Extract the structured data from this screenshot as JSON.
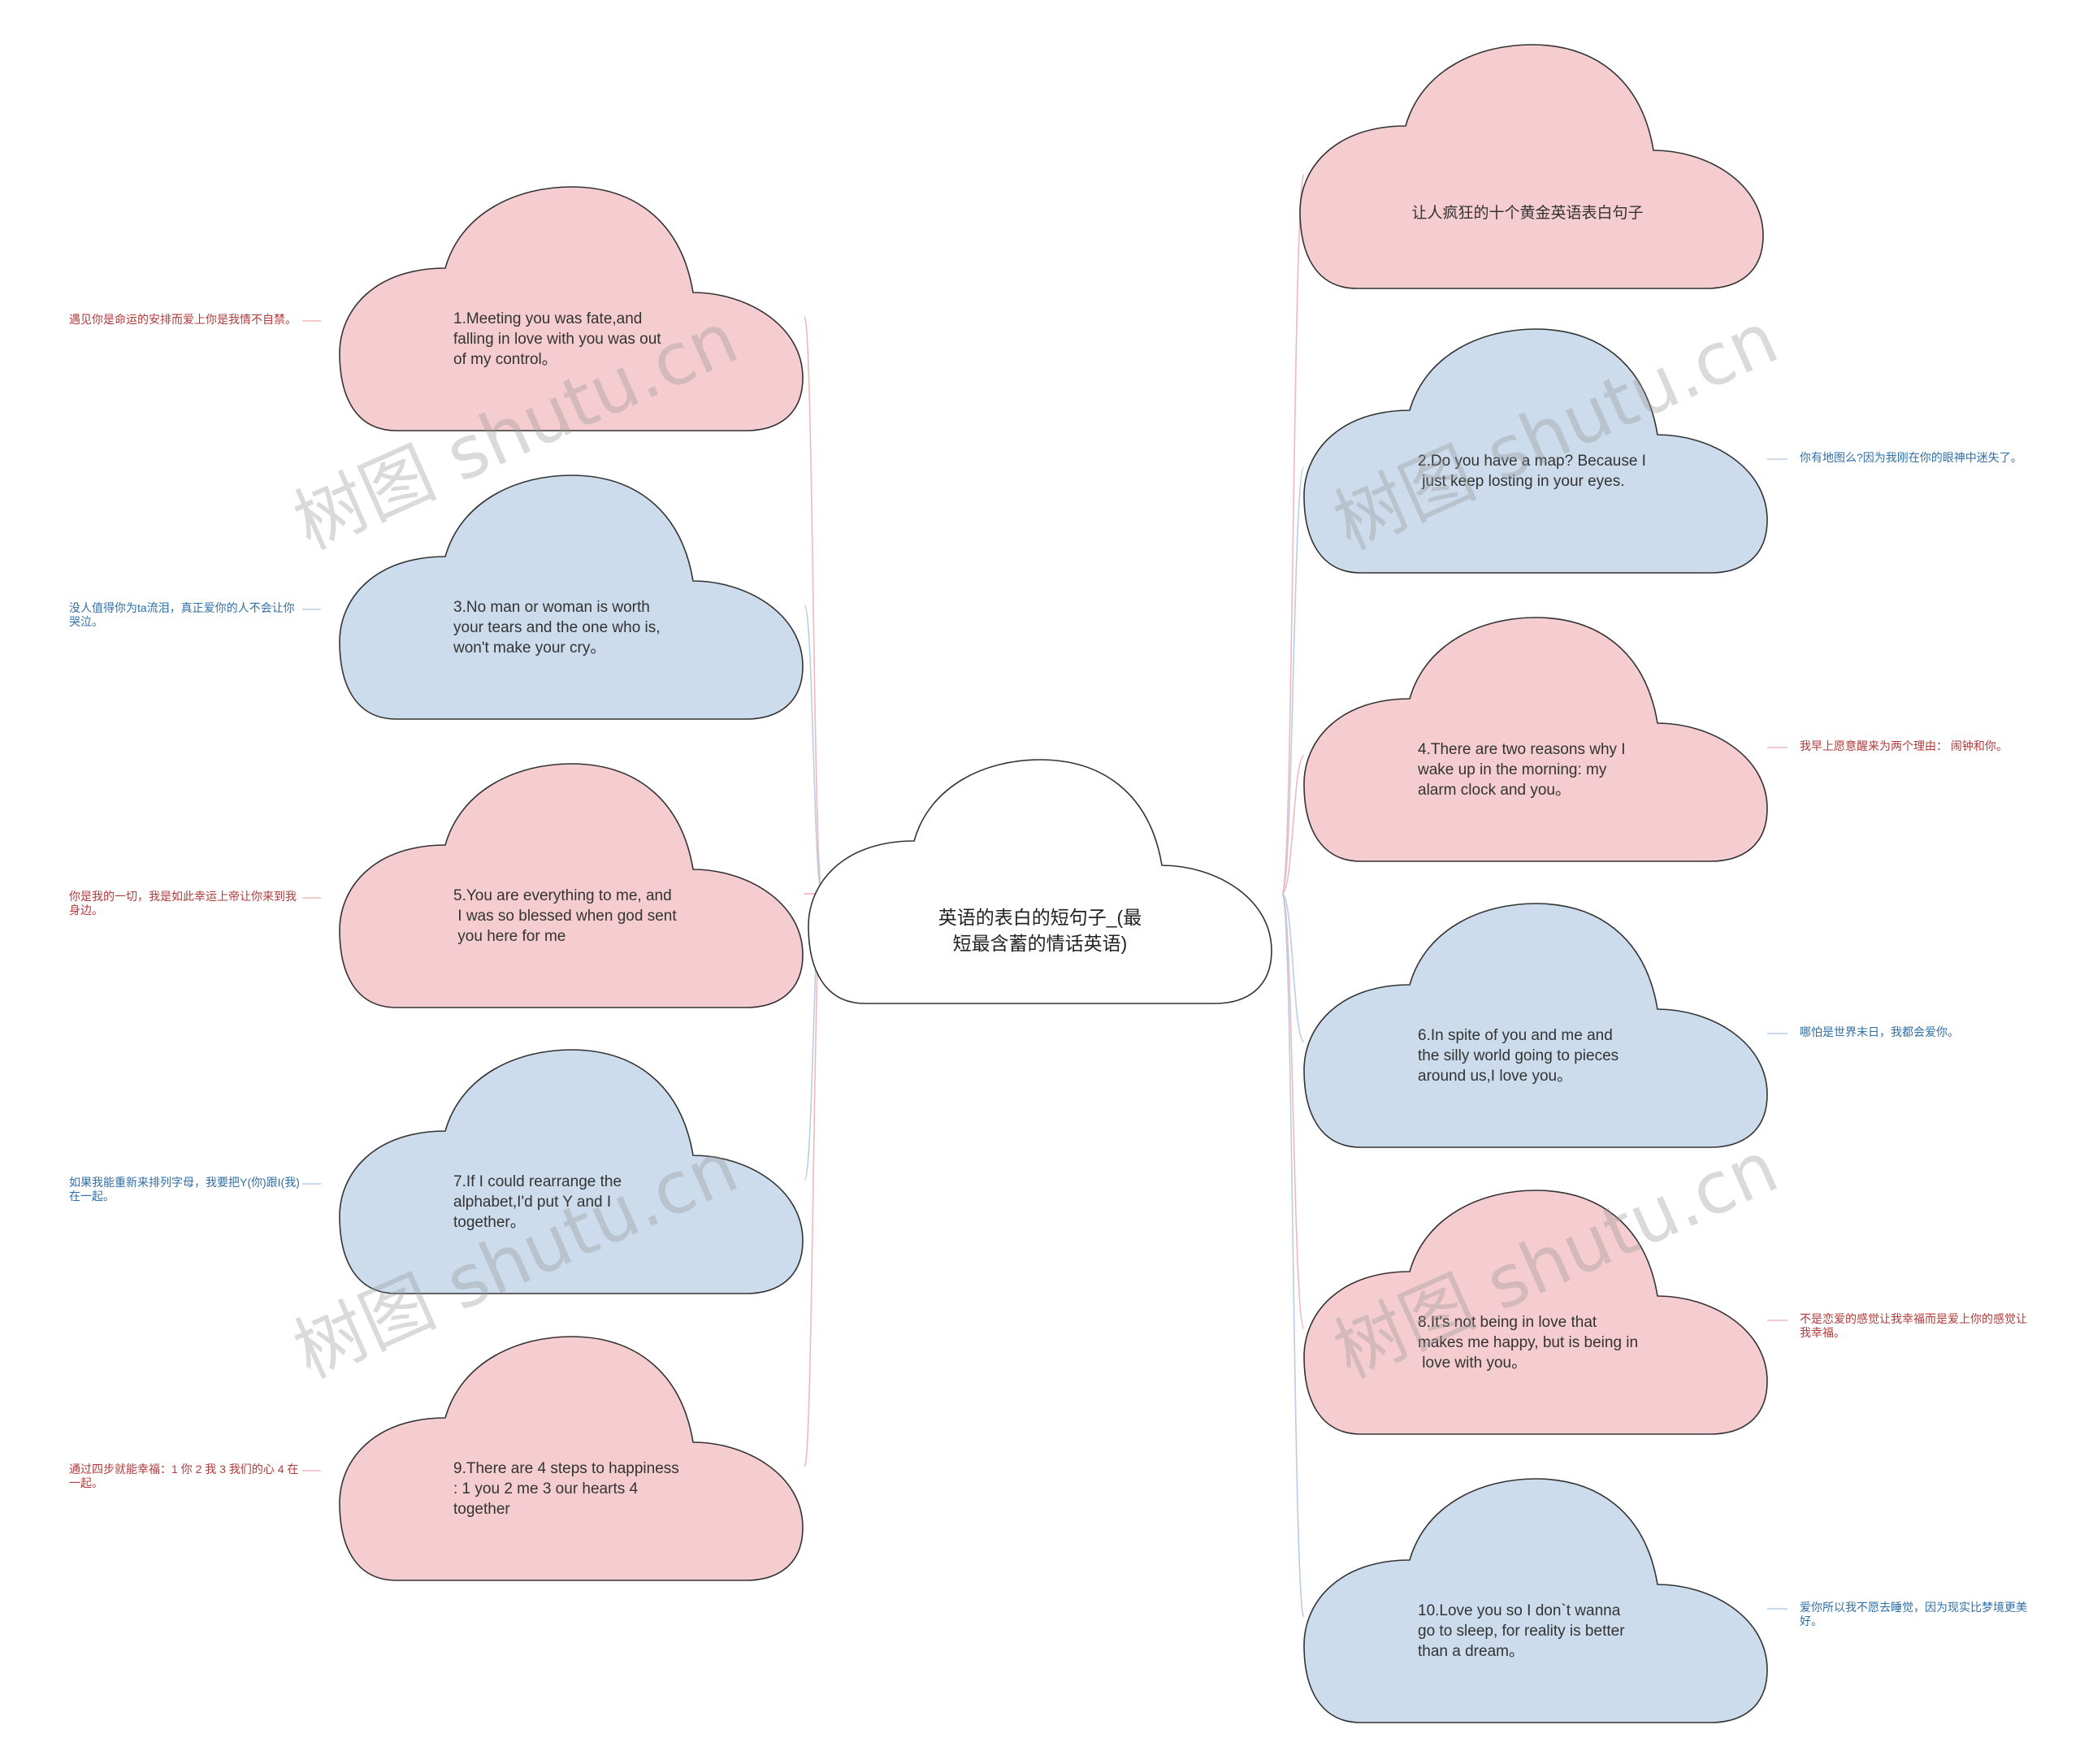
{
  "colors": {
    "pink": "#f5cdd0",
    "blue": "#ccdcec",
    "white": "#ffffff",
    "outline": "#333333",
    "link_pink": "#f0b8bd",
    "link_blue": "#b9cde4",
    "note_red": "#b23a3a",
    "note_blue": "#2f6fa6"
  },
  "central": {
    "text": "英语的表白的短句子_(最\n短最含蓄的情话英语)",
    "icon": "cloud-shape"
  },
  "top_node": {
    "text": "让人疯狂的十个黄金英语表白句子",
    "color": "pink"
  },
  "left_nodes": [
    {
      "text": "1.Meeting you was fate,and\nfalling in love with you was out\nof my control。",
      "note": "遇见你是命运的安排而爱上你是我情不自禁。",
      "color": "pink"
    },
    {
      "text": "3.No man or woman is worth\nyour tears and the one who is,\nwon't make your cry。",
      "note": "没人值得你为ta流泪，真正爱你的人不会让你哭泣。",
      "color": "blue"
    },
    {
      "text": "5.You are everything to me, and\n I was so blessed when god sent\n you here for me",
      "note": "你是我的一切，我是如此幸运上帝让你来到我身边。",
      "color": "pink"
    },
    {
      "text": "7.If I could rearrange the\nalphabet,I'd put Y and I\ntogether。",
      "note": "如果我能重新来排列字母，我要把Y(你)跟I(我)在一起。",
      "color": "blue"
    },
    {
      "text": "9.There are 4 steps to happiness\n: 1 you 2 me 3 our hearts 4\ntogether",
      "note": "通过四步就能幸福：1 你 2 我 3 我们的心 4 在一起。",
      "color": "pink"
    }
  ],
  "right_nodes": [
    {
      "text": "2.Do you have a map? Because I\n just keep losting in your eyes.",
      "note": "你有地图么?因为我刚在你的眼神中迷失了。",
      "color": "blue"
    },
    {
      "text": "4.There are two reasons why I\nwake up in the morning: my\nalarm clock and you。",
      "note": "我早上愿意醒来为两个理由： 闹钟和你。",
      "color": "pink"
    },
    {
      "text": "6.In spite of you and me and\nthe silly world going to pieces\naround us,I love you。",
      "note": "哪怕是世界末日，我都会爱你。",
      "color": "blue"
    },
    {
      "text": "8.It's not being in love that\nmakes me happy, but is being in\n love with you。",
      "note": "不是恋爱的感觉让我幸福而是爱上你的感觉让我幸福。",
      "color": "pink"
    },
    {
      "text": "10.Love you so I don`t wanna\ngo to sleep, for reality is better\nthan a dream。",
      "note": "爱你所以我不愿去睡觉，因为现实比梦境更美好。",
      "color": "blue"
    }
  ],
  "watermarks": [
    "树图 shutu.cn",
    "树图 shutu.cn",
    "树图 shutu.cn",
    "树图 shutu.cn"
  ]
}
